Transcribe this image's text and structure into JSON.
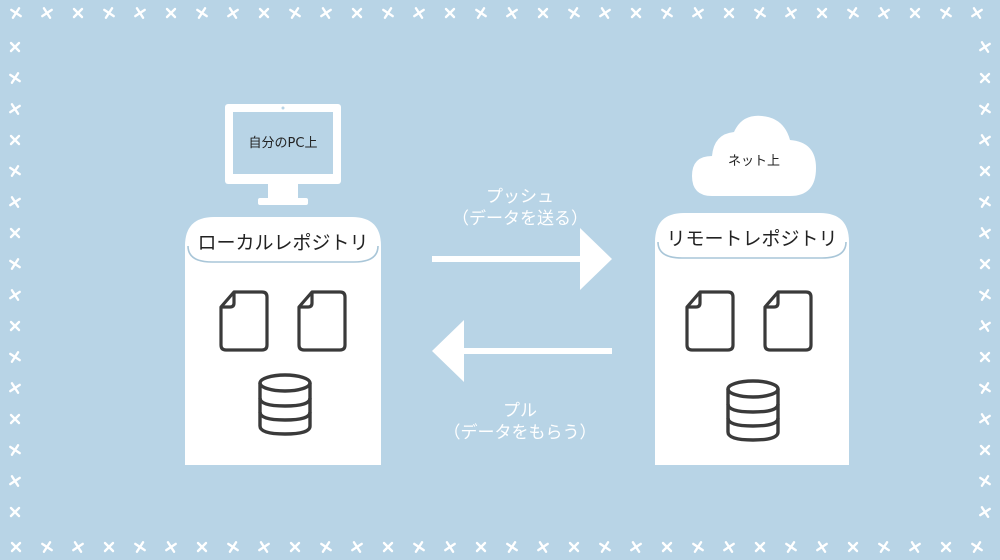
{
  "diagram": {
    "local": {
      "pc_label": "自分のPC上",
      "repo_title": "ローカルレポジトリ"
    },
    "remote": {
      "cloud_label": "ネット上",
      "repo_title": "リモートレポジトリ"
    },
    "push": {
      "line1": "プッシュ",
      "line2": "（データを送る）"
    },
    "pull": {
      "line1": "プル",
      "line2": "（データをもらう）"
    }
  },
  "colors": {
    "background": "#b8d4e6",
    "panel": "#ffffff",
    "header_outline": "#a9c6d8",
    "icon_stroke": "#3a3a3a",
    "arrow": "#ffffff"
  }
}
